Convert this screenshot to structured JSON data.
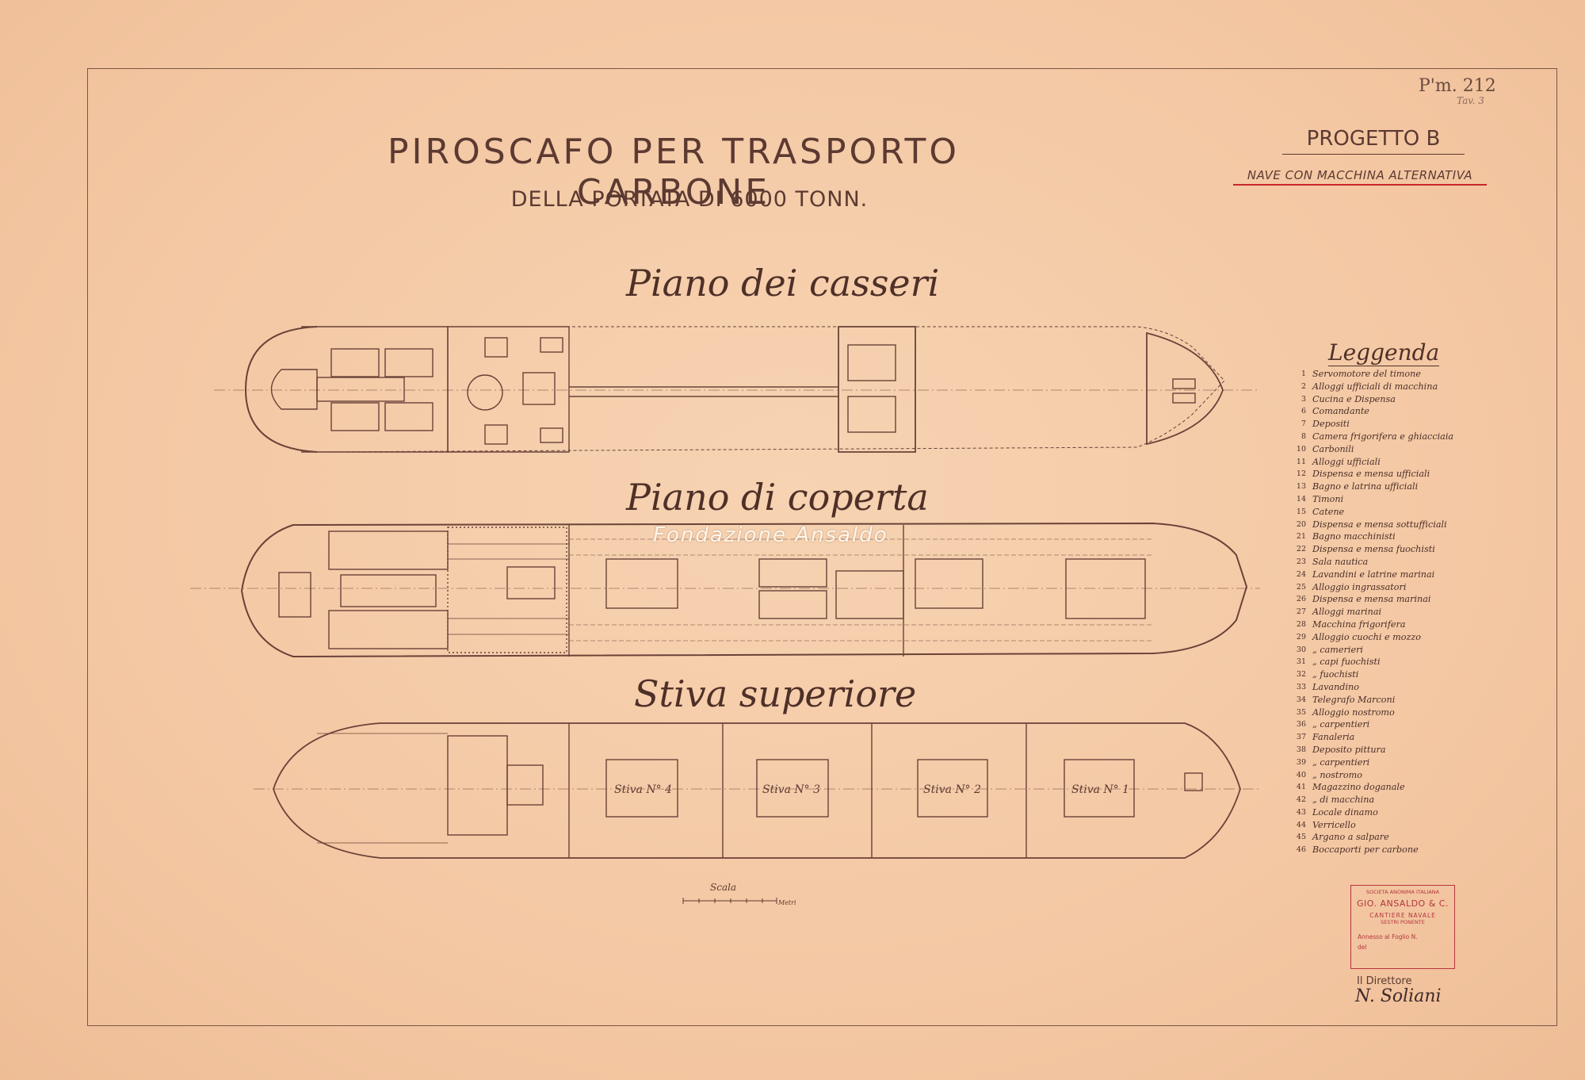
{
  "sheet": {
    "number": "P'm. 212",
    "number_note": "Tav. 3",
    "title": "PIROSCAFO PER TRASPORTO CARBONE",
    "subtitle": "DELLA PORTATA DI 6000 TONN.",
    "project": "PROGETTO B",
    "project_note": "NAVE CON MACCHINA ALTERNATIVA",
    "watermark": "Fondazione Ansaldo"
  },
  "views": {
    "casseri": "Piano dei casseri",
    "coperta": "Piano di coperta",
    "stiva": "Stiva superiore"
  },
  "holds": [
    "Stiva N° 4",
    "Stiva N° 3",
    "Stiva N° 2",
    "Stiva N° 1"
  ],
  "legend": {
    "title": "Leggenda",
    "items": [
      {
        "n": "1",
        "t": "Servomotore del timone"
      },
      {
        "n": "2",
        "t": "Alloggi ufficiali di macchina"
      },
      {
        "n": "3",
        "t": "Cucina e Dispensa"
      },
      {
        "n": "6",
        "t": "Comandante"
      },
      {
        "n": "7",
        "t": "Depositi"
      },
      {
        "n": "8",
        "t": "Camera frigorifera e ghiacciaia"
      },
      {
        "n": "10",
        "t": "Carbonili"
      },
      {
        "n": "11",
        "t": "Alloggi ufficiali"
      },
      {
        "n": "12",
        "t": "Dispensa e mensa ufficiali"
      },
      {
        "n": "13",
        "t": "Bagno e latrina ufficiali"
      },
      {
        "n": "14",
        "t": "Timoni"
      },
      {
        "n": "15",
        "t": "Catene"
      },
      {
        "n": "20",
        "t": "Dispensa e mensa sottufficiali"
      },
      {
        "n": "21",
        "t": "Bagno macchinisti"
      },
      {
        "n": "22",
        "t": "Dispensa e mensa fuochisti"
      },
      {
        "n": "23",
        "t": "Sala nautica"
      },
      {
        "n": "24",
        "t": "Lavandini e latrine marinai"
      },
      {
        "n": "25",
        "t": "Alloggio ingrassatori"
      },
      {
        "n": "26",
        "t": "Dispensa e mensa marinai"
      },
      {
        "n": "27",
        "t": "Alloggi marinai"
      },
      {
        "n": "28",
        "t": "Macchina frigorifera"
      },
      {
        "n": "29",
        "t": "Alloggio cuochi e mozzo"
      },
      {
        "n": "30",
        "t": "„ camerieri"
      },
      {
        "n": "31",
        "t": "„ capi fuochisti"
      },
      {
        "n": "32",
        "t": "„ fuochisti"
      },
      {
        "n": "33",
        "t": "Lavandino"
      },
      {
        "n": "34",
        "t": "Telegrafo Marconi"
      },
      {
        "n": "35",
        "t": "Alloggio nostromo"
      },
      {
        "n": "36",
        "t": "„ carpentieri"
      },
      {
        "n": "37",
        "t": "Fanaleria"
      },
      {
        "n": "38",
        "t": "Deposito pittura"
      },
      {
        "n": "39",
        "t": "„ carpentieri"
      },
      {
        "n": "40",
        "t": "„ nostromo"
      },
      {
        "n": "41",
        "t": "Magazzino doganale"
      },
      {
        "n": "42",
        "t": "„ di macchina"
      },
      {
        "n": "43",
        "t": "Locale dinamo"
      },
      {
        "n": "44",
        "t": "Verricello"
      },
      {
        "n": "45",
        "t": "Argano a salpare"
      },
      {
        "n": "46",
        "t": "Boccaporti per carbone"
      }
    ]
  },
  "scale": {
    "label": "Scala",
    "unit": "Metri"
  },
  "stamp": {
    "line1": "SOCIETA ANONIMA ITALIANA",
    "company": "GIO. ANSALDO & C.",
    "yard": "CANTIERE NAVALE",
    "place": "SESTRI PONENTE",
    "annex": "Annesso al Foglio N.",
    "del": "del"
  },
  "director": "Il Direttore",
  "signature": "N. Soliani",
  "colors": {
    "paper": "#f4c9a5",
    "ink": "#5c3a32",
    "stamp": "#b5353f",
    "underline": "#c7262c"
  }
}
